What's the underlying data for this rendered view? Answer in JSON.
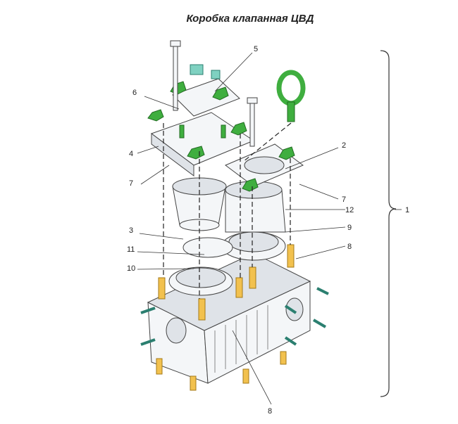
{
  "title": "Коробка клапанная ЦВД",
  "callouts": {
    "c1": "1",
    "c2": "2",
    "c3": "3",
    "c4": "4",
    "c5": "5",
    "c6": "6",
    "c7a": "7",
    "c7b": "7",
    "c8a": "8",
    "c8b": "8",
    "c9": "9",
    "c10": "10",
    "c11": "11",
    "c12": "12"
  },
  "colors": {
    "accent_green": "#3fae3f",
    "stud_yellow": "#f2c14e",
    "bolt_teal": "#7fd1c1"
  }
}
